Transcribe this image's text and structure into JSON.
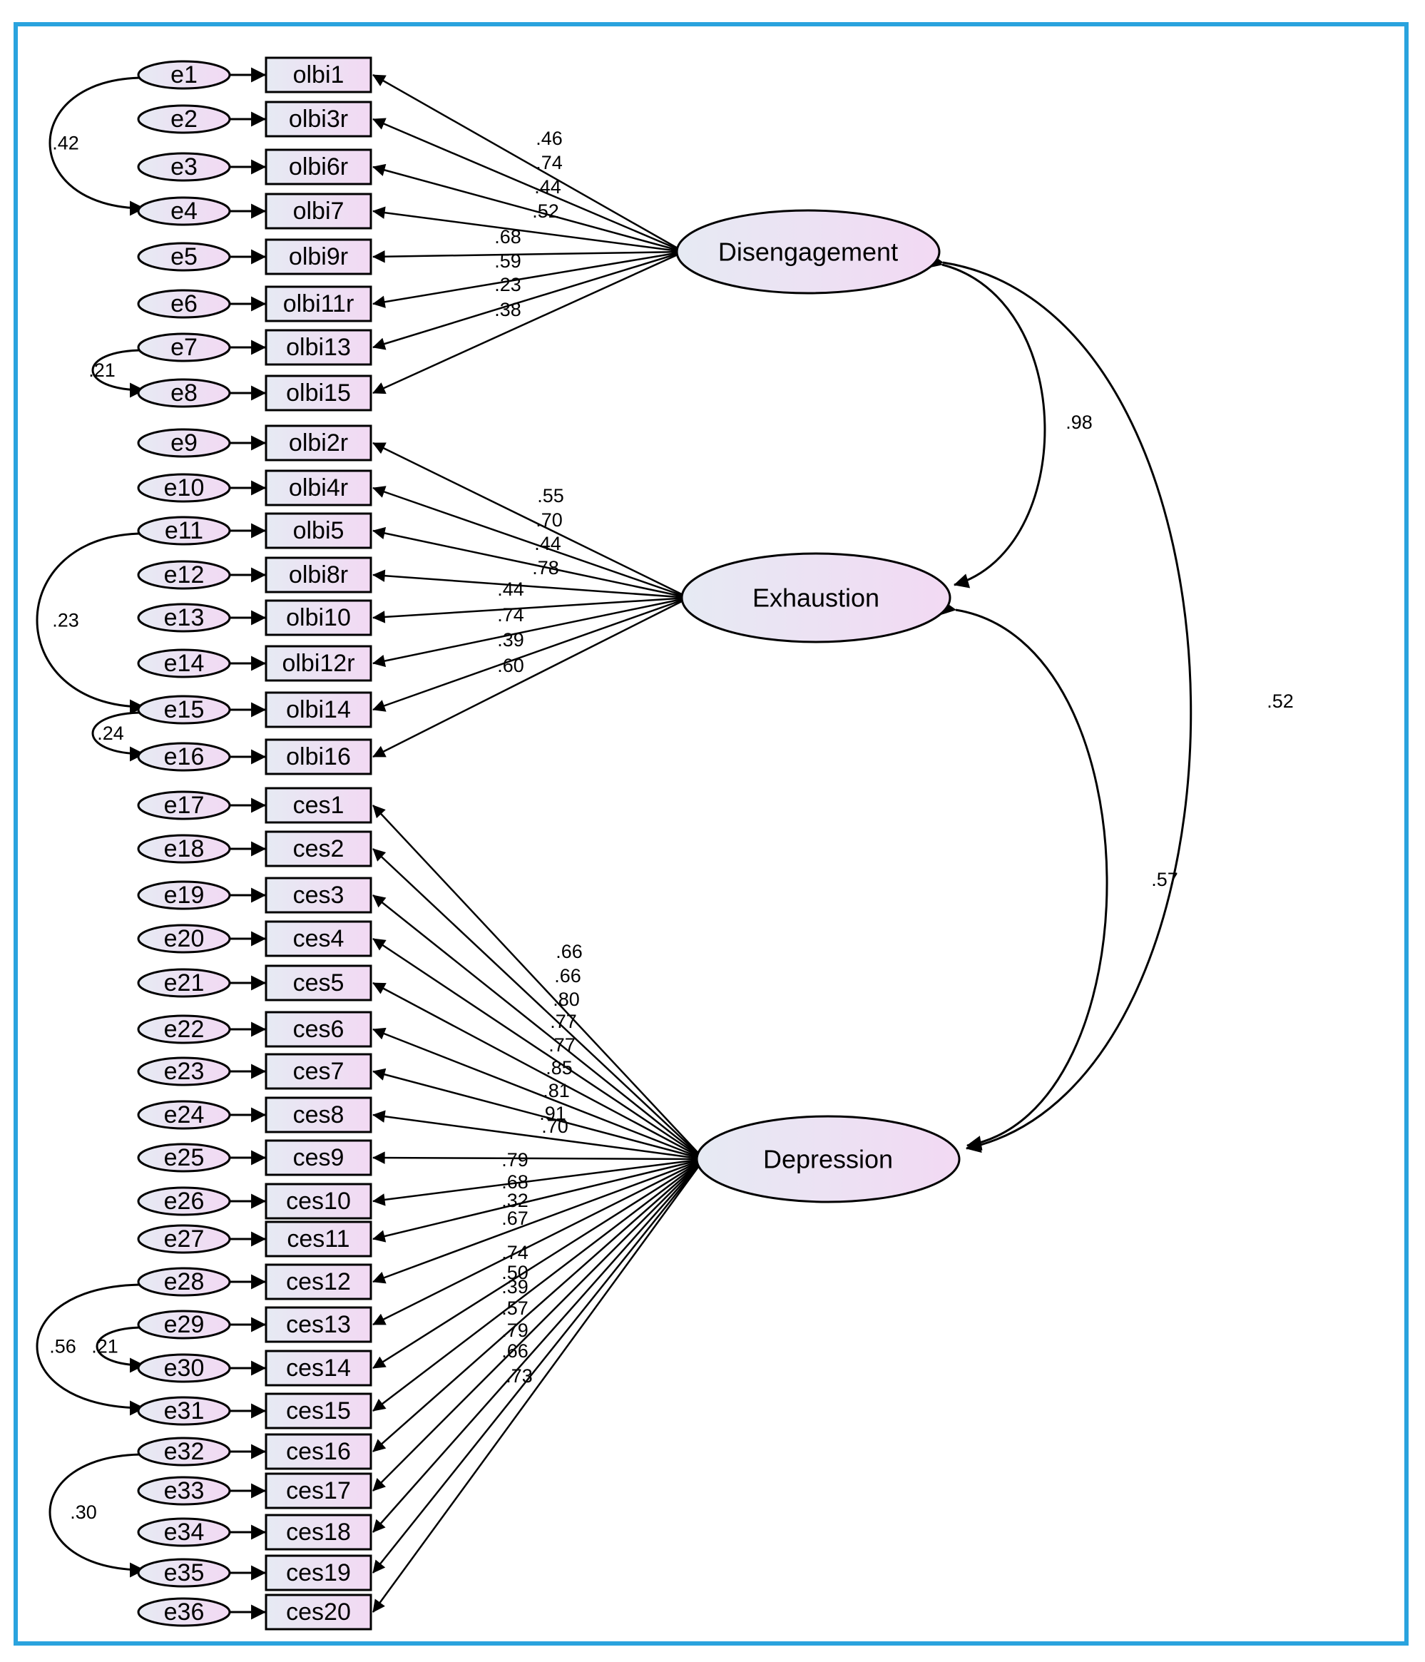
{
  "frame_color": "#2aa3de",
  "colors": {
    "fill_light": "#e6eaf3",
    "fill_pink": "#f2d9f3",
    "stroke": "#000000"
  },
  "latents": [
    {
      "id": "disengagement",
      "label": "Disengagement"
    },
    {
      "id": "exhaustion",
      "label": "Exhaustion"
    },
    {
      "id": "depression",
      "label": "Depression"
    }
  ],
  "indicators": [
    {
      "label": "olbi1",
      "error": "e1",
      "factor": "disengagement",
      "loading": ".46"
    },
    {
      "label": "olbi3r",
      "error": "e2",
      "factor": "disengagement",
      "loading": ".74"
    },
    {
      "label": "olbi6r",
      "error": "e3",
      "factor": "disengagement",
      "loading": ".44"
    },
    {
      "label": "olbi7",
      "error": "e4",
      "factor": "disengagement",
      "loading": ".52"
    },
    {
      "label": "olbi9r",
      "error": "e5",
      "factor": "disengagement",
      "loading": ".68"
    },
    {
      "label": "olbi11r",
      "error": "e6",
      "factor": "disengagement",
      "loading": ".59"
    },
    {
      "label": "olbi13",
      "error": "e7",
      "factor": "disengagement",
      "loading": ".23"
    },
    {
      "label": "olbi15",
      "error": "e8",
      "factor": "disengagement",
      "loading": ".38"
    },
    {
      "label": "olbi2r",
      "error": "e9",
      "factor": "exhaustion",
      "loading": ".55"
    },
    {
      "label": "olbi4r",
      "error": "e10",
      "factor": "exhaustion",
      "loading": ".70"
    },
    {
      "label": "olbi5",
      "error": "e11",
      "factor": "exhaustion",
      "loading": ".44"
    },
    {
      "label": "olbi8r",
      "error": "e12",
      "factor": "exhaustion",
      "loading": ".78"
    },
    {
      "label": "olbi10",
      "error": "e13",
      "factor": "exhaustion",
      "loading": ".44"
    },
    {
      "label": "olbi12r",
      "error": "e14",
      "factor": "exhaustion",
      "loading": ".74"
    },
    {
      "label": "olbi14",
      "error": "e15",
      "factor": "exhaustion",
      "loading": ".39"
    },
    {
      "label": "olbi16",
      "error": "e16",
      "factor": "exhaustion",
      "loading": ".60"
    },
    {
      "label": "ces1",
      "error": "e17",
      "factor": "depression",
      "loading": ".66"
    },
    {
      "label": "ces2",
      "error": "e18",
      "factor": "depression",
      "loading": ".66"
    },
    {
      "label": "ces3",
      "error": "e19",
      "factor": "depression",
      "loading": ".80"
    },
    {
      "label": "ces4",
      "error": "e20",
      "factor": "depression",
      "loading": ".77"
    },
    {
      "label": "ces5",
      "error": "e21",
      "factor": "depression",
      "loading": ".77"
    },
    {
      "label": "ces6",
      "error": "e22",
      "factor": "depression",
      "loading": ".85"
    },
    {
      "label": "ces7",
      "error": "e23",
      "factor": "depression",
      "loading": ".81"
    },
    {
      "label": "ces8",
      "error": "e24",
      "factor": "depression",
      "loading": ".91"
    },
    {
      "label": "ces9",
      "error": "e25",
      "factor": "depression",
      "loading": ".70"
    },
    {
      "label": "ces10",
      "error": "e26",
      "factor": "depression",
      "loading": ".79"
    },
    {
      "label": "ces11",
      "error": "e27",
      "factor": "depression",
      "loading": ".68"
    },
    {
      "label": "ces12",
      "error": "e28",
      "factor": "depression",
      "loading": ".32"
    },
    {
      "label": "ces13",
      "error": "e29",
      "factor": "depression",
      "loading": ".67"
    },
    {
      "label": "ces14",
      "error": "e30",
      "factor": "depression",
      "loading": ".74"
    },
    {
      "label": "ces15",
      "error": "e31",
      "factor": "depression",
      "loading": ".50"
    },
    {
      "label": "ces16",
      "error": "e32",
      "factor": "depression",
      "loading": ".39"
    },
    {
      "label": "ces17",
      "error": "e33",
      "factor": "depression",
      "loading": ".57"
    },
    {
      "label": "ces18",
      "error": "e34",
      "factor": "depression",
      "loading": ".79"
    },
    {
      "label": "ces19",
      "error": "e35",
      "factor": "depression",
      "loading": ".66"
    },
    {
      "label": "ces20",
      "error": "e36",
      "factor": "depression",
      "loading": ".73"
    }
  ],
  "error_covariances": [
    {
      "from": "e1",
      "to": "e4",
      "value": ".42"
    },
    {
      "from": "e7",
      "to": "e8",
      "value": ".21"
    },
    {
      "from": "e11",
      "to": "e15",
      "value": ".23"
    },
    {
      "from": "e15",
      "to": "e16",
      "value": ".24"
    },
    {
      "from": "e28",
      "to": "e31",
      "value": ".56"
    },
    {
      "from": "e29",
      "to": "e30",
      "value": ".21"
    },
    {
      "from": "e32",
      "to": "e35",
      "value": ".30"
    }
  ],
  "factor_correlations": [
    {
      "from": "disengagement",
      "to": "exhaustion",
      "value": ".98"
    },
    {
      "from": "exhaustion",
      "to": "depression",
      "value": ".57"
    },
    {
      "from": "disengagement",
      "to": "depression",
      "value": ".52"
    }
  ]
}
